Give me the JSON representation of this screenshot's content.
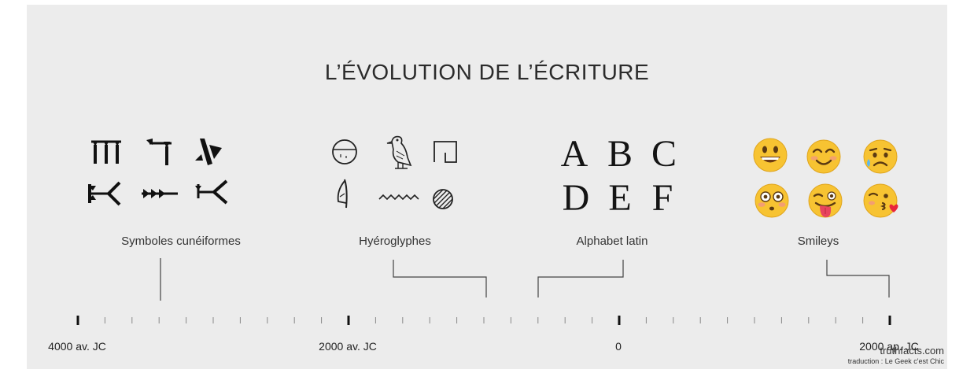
{
  "title": "L’ÉVOLUTION DE L’ÉCRITURE",
  "groups": [
    {
      "label": "Symboles cunéiformes",
      "kind": "cuneiform"
    },
    {
      "label": "Hyéroglyphes",
      "kind": "hieroglyph"
    },
    {
      "label": "Alphabet latin",
      "kind": "latin",
      "letters": [
        "A",
        "B",
        "C",
        "D",
        "E",
        "F"
      ]
    },
    {
      "label": "Smileys",
      "kind": "emoji"
    }
  ],
  "timeline": {
    "major_labels": [
      "4000 av. JC",
      "2000 av. JC",
      "0",
      "2000 ap. JC"
    ]
  },
  "emoji_icons": [
    "grinning-face-icon",
    "smiling-face-icon",
    "sad-sweat-face-icon",
    "flushed-face-icon",
    "tongue-wink-face-icon",
    "kissing-face-icon"
  ],
  "credits": {
    "site": "truthfacts.com",
    "translation": "traduction : Le Geek c'est Chic"
  },
  "colors": {
    "background": "#ececec",
    "ink": "#1a1a1a",
    "emoji": "#f7c332"
  }
}
